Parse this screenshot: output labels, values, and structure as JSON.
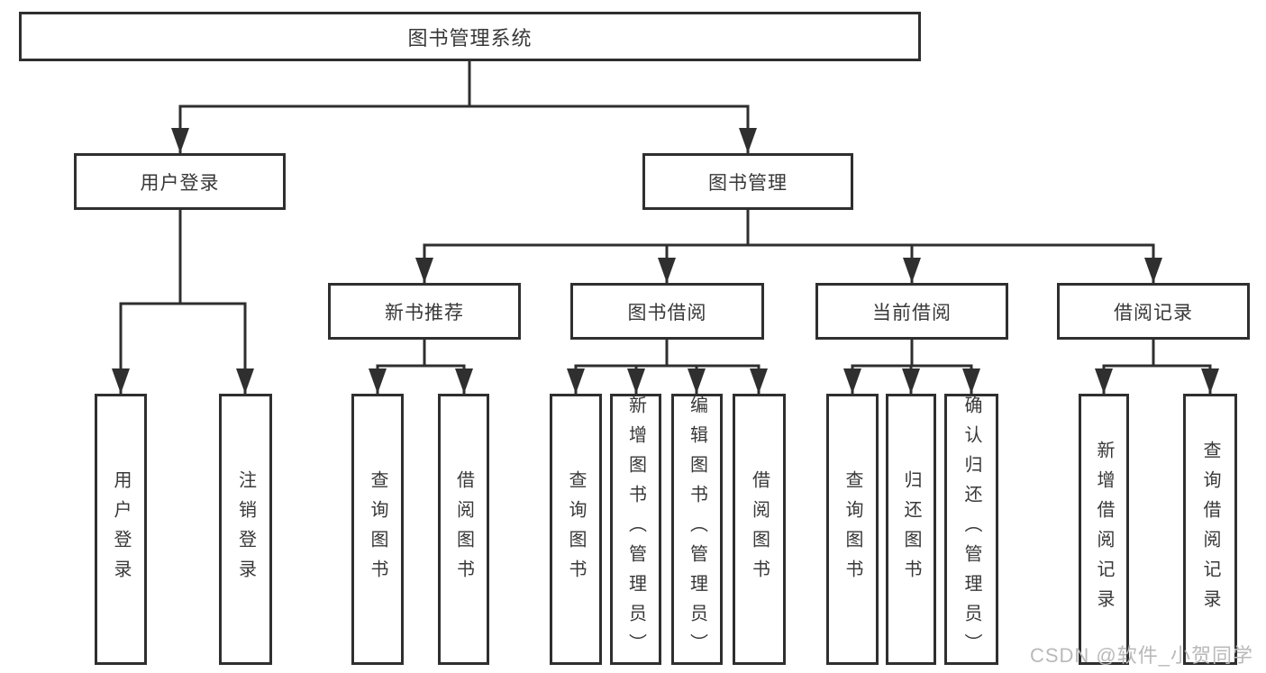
{
  "diagram": {
    "title": "图书管理系统",
    "colors": {
      "line": "#2f2f2f",
      "text": "#383838",
      "watermark": "#b9b9b9",
      "background": "#ffffff"
    },
    "nodes": {
      "root": {
        "label": "图书管理系统"
      },
      "user_login": {
        "label": "用户登录"
      },
      "book_mgmt": {
        "label": "图书管理"
      },
      "new_book_rec": {
        "label": "新书推荐"
      },
      "book_borrow": {
        "label": "图书借阅"
      },
      "current_borrow": {
        "label": "当前借阅"
      },
      "borrow_record": {
        "label": "借阅记录"
      },
      "leaf_user_login": {
        "label": "用户登录"
      },
      "leaf_logout": {
        "label": "注销登录"
      },
      "leaf_rec_query": {
        "label": "查询图书"
      },
      "leaf_rec_borrow": {
        "label": "借阅图书"
      },
      "leaf_bb_query": {
        "label": "查询图书"
      },
      "leaf_bb_add": {
        "label": "新增图书（管理员）"
      },
      "leaf_bb_edit": {
        "label": "编辑图书（管理员）"
      },
      "leaf_bb_borrow": {
        "label": "借阅图书"
      },
      "leaf_cb_query": {
        "label": "查询图书"
      },
      "leaf_cb_return": {
        "label": "归还图书"
      },
      "leaf_cb_confirm": {
        "label": "确认归还（管理员）"
      },
      "leaf_br_add": {
        "label": "新增借阅记录"
      },
      "leaf_br_query": {
        "label": "查询借阅记录"
      }
    },
    "edges": [
      "图书管理系统→用户登录",
      "图书管理系统→图书管理",
      "用户登录→用户登录",
      "用户登录→注销登录",
      "图书管理→新书推荐",
      "图书管理→图书借阅",
      "图书管理→当前借阅",
      "图书管理→借阅记录",
      "新书推荐→查询图书",
      "新书推荐→借阅图书",
      "图书借阅→查询图书",
      "图书借阅→新增图书（管理员）",
      "图书借阅→编辑图书（管理员）",
      "图书借阅→借阅图书",
      "当前借阅→查询图书",
      "当前借阅→归还图书",
      "当前借阅→确认归还（管理员）",
      "借阅记录→新增借阅记录",
      "借阅记录→查询借阅记录"
    ]
  },
  "watermark": {
    "text": "CSDN @软件_小贺同学"
  }
}
